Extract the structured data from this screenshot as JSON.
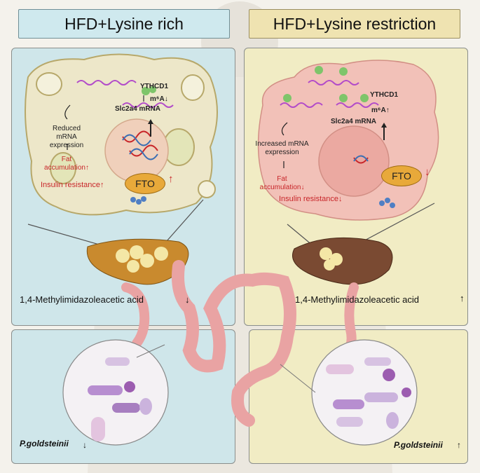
{
  "left": {
    "title": "HFD+Lysine rich",
    "ythdc1": "YTHCD1",
    "m6a": "m⁶A↓",
    "mrna": "Slc2a4 mRNA",
    "expression": [
      "Reduced mRNA",
      "expression"
    ],
    "fat": [
      "Fat",
      "accumulation↑"
    ],
    "insulin": "Insulin resistance↑",
    "fto": "FTO",
    "fto_arrow": "↑",
    "acid": "1,4-Methylimidazoleacetic acid",
    "acid_arrow": "↓",
    "bacteria": "P.goldsteinii",
    "bacteria_arrow": "↓"
  },
  "right": {
    "title": "HFD+Lysine restriction",
    "ythdc1": "YTHCD1",
    "m6a": "m⁶A↑",
    "mrna": "Slc2a4 mRNA",
    "expression": [
      "Increased mRNA",
      "expression"
    ],
    "fat": [
      "Fat",
      "accumulation↓"
    ],
    "insulin": "Insulin resistance↓",
    "fto": "FTO",
    "fto_arrow": "↓",
    "acid": "1,4-Methylimidazoleacetic acid",
    "acid_arrow": "↑",
    "bacteria": "P.goldsteinii",
    "bacteria_arrow": "↑"
  },
  "colors": {
    "left_panel": "#cfe6ea",
    "right_panel": "#f1ecc4",
    "intestine": "#e9a3a3",
    "liver_left": "#c98a2e",
    "liver_right": "#7a4a32",
    "fto": "#e8a93a",
    "mrna": "#b24bc9",
    "ythdc1": "#7ec56a",
    "accent_red": "#c8262a"
  }
}
